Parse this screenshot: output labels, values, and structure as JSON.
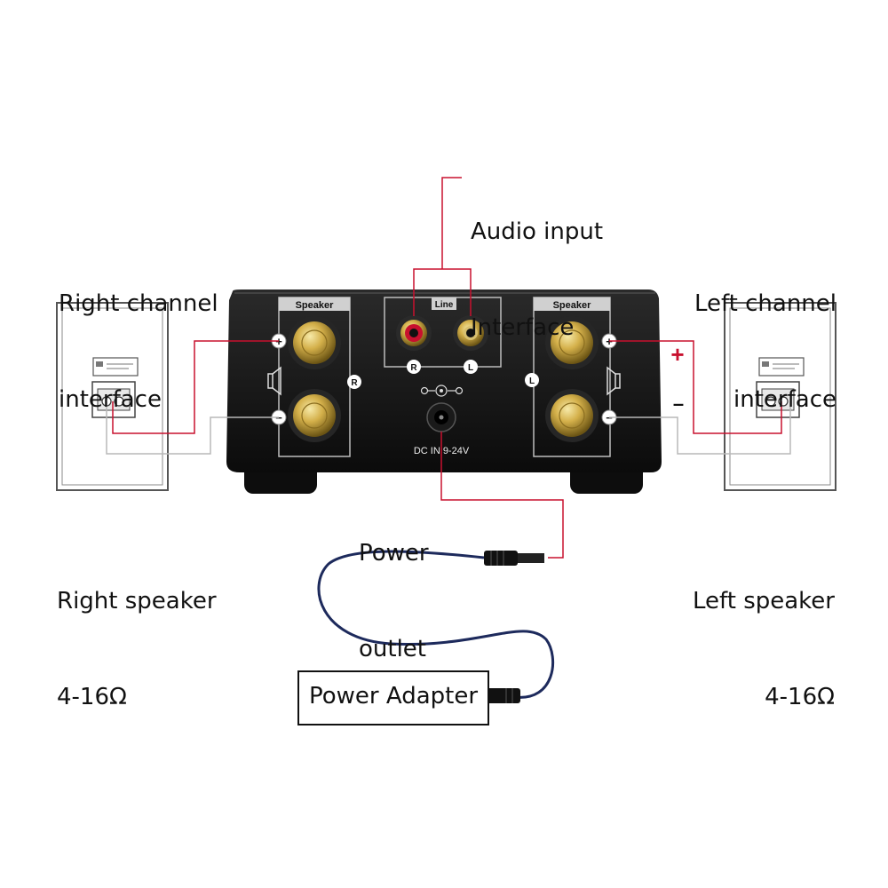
{
  "labels": {
    "audio_input_line1": "Audio input",
    "audio_input_line2": "Interface",
    "right_channel_line1": "Right channel",
    "right_channel_line2": "interface",
    "left_channel_line1": "Left channel",
    "left_channel_line2": "interface",
    "power_outlet_line1": "Power",
    "power_outlet_line2": "outlet",
    "right_speaker_line1": "Right speaker",
    "right_speaker_line2": "4-16Ω",
    "left_speaker_line1": "Left speaker",
    "left_speaker_line2": "4-16Ω",
    "power_adapter": "Power Adapter"
  },
  "amp_panel": {
    "speaker_left_tab": "Speaker",
    "speaker_right_tab": "Speaker",
    "line_tab": "Line",
    "r_badge": "R",
    "l_badge": "L",
    "line_r": "R",
    "line_l": "L",
    "plus": "+",
    "minus": "−",
    "dc_label": "DC IN 9-24V"
  },
  "polarity": {
    "plus": "+",
    "minus": "–"
  },
  "colors": {
    "wire_red": "#c8102e",
    "wire_gray": "#b8b8b8",
    "cable_navy": "#1d2a5c",
    "amp_body": "#141414",
    "gold": "#c9a43a"
  }
}
